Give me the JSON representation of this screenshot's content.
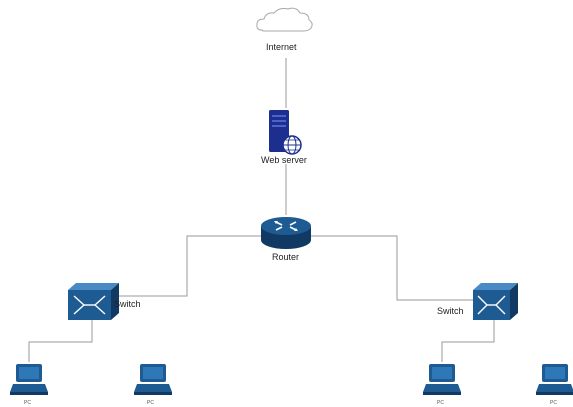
{
  "nodes": {
    "internet": {
      "label": "Internet",
      "icon": "cloud-icon"
    },
    "web_server": {
      "label": "Web server",
      "icon": "server-globe-icon"
    },
    "router": {
      "label": "Router",
      "icon": "router-icon"
    },
    "switch_left": {
      "label": "Switch",
      "icon": "switch-icon"
    },
    "switch_right": {
      "label": "Switch",
      "icon": "switch-icon"
    },
    "pcs": [
      {
        "label": "PC",
        "icon": "pc-icon"
      },
      {
        "label": "PC",
        "icon": "pc-icon"
      },
      {
        "label": "PC",
        "icon": "pc-icon"
      },
      {
        "label": "PC",
        "icon": "pc-icon"
      }
    ]
  },
  "colors": {
    "device_blue": "#1e5b93",
    "device_dark": "#103a63",
    "server_navy": "#1c2f8f",
    "link_line": "#9a9a9a",
    "cloud_stroke": "#a8a8a8"
  }
}
